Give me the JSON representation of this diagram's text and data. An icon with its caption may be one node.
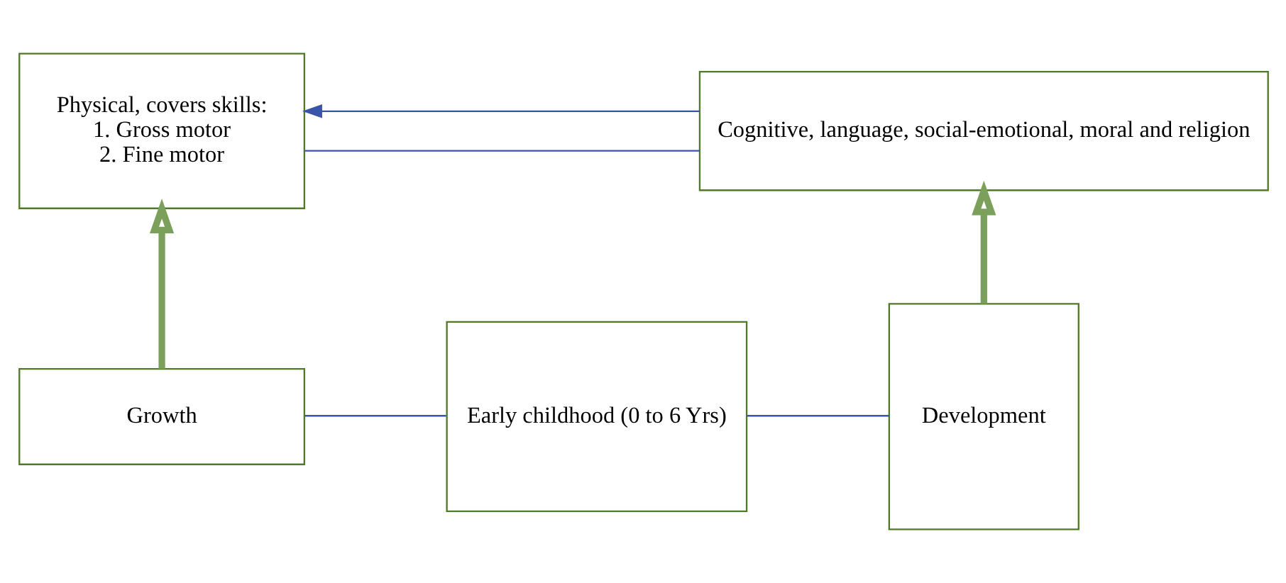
{
  "diagram": {
    "nodes": [
      {
        "text": [
          "Physical, covers skills:",
          "1. Gross motor",
          "2. Fine motor"
        ]
      },
      {
        "text": [
          "Cognitive, language, social-emotional, moral and religion"
        ]
      },
      {
        "text": [
          "Growth"
        ]
      },
      {
        "text": [
          "Early childhood (0 to 6 Yrs)"
        ]
      },
      {
        "text": [
          "Development"
        ]
      }
    ],
    "edges": [
      {
        "from": 2,
        "to": 0,
        "arrow": "to",
        "style": "thick",
        "color": "#7ba05b"
      },
      {
        "from": 4,
        "to": 1,
        "arrow": "to",
        "style": "thick",
        "color": "#7ba05b"
      },
      {
        "from": 2,
        "to": 3,
        "arrow": "none",
        "color": "#3a55a8"
      },
      {
        "from": 3,
        "to": 4,
        "arrow": "none",
        "color": "#3a55a8"
      },
      {
        "from": 1,
        "to": 0,
        "arrow": "to",
        "color": "#3a55a8"
      },
      {
        "from": 0,
        "to": 1,
        "arrow": "none",
        "color": "#3a55a8"
      }
    ]
  }
}
